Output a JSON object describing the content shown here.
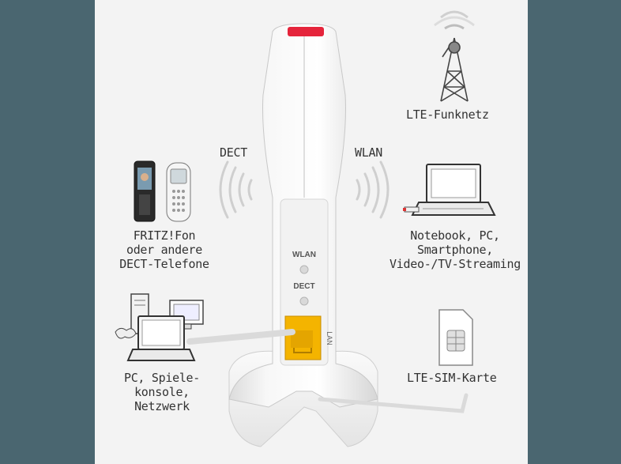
{
  "labels": {
    "dect": "DECT",
    "wlan": "WLAN",
    "lte_net": "LTE-Funknetz",
    "phones": [
      "FRITZ!Fon",
      "oder andere",
      "DECT-Telefone"
    ],
    "notebook": [
      "Notebook, PC,",
      "Smartphone,",
      "Video-/TV-Streaming"
    ],
    "pc": [
      "PC, Spiele-",
      "konsole,",
      "Netzwerk"
    ],
    "sim": "LTE-SIM-Karte"
  },
  "device": {
    "led_wlan": "WLAN",
    "led_dect": "DECT",
    "port_lan": "LAN"
  },
  "colors": {
    "background": "#4a6670",
    "panel": "#f3f3f3",
    "power_button": "#e5243b",
    "lan_port": "#f4b400"
  }
}
